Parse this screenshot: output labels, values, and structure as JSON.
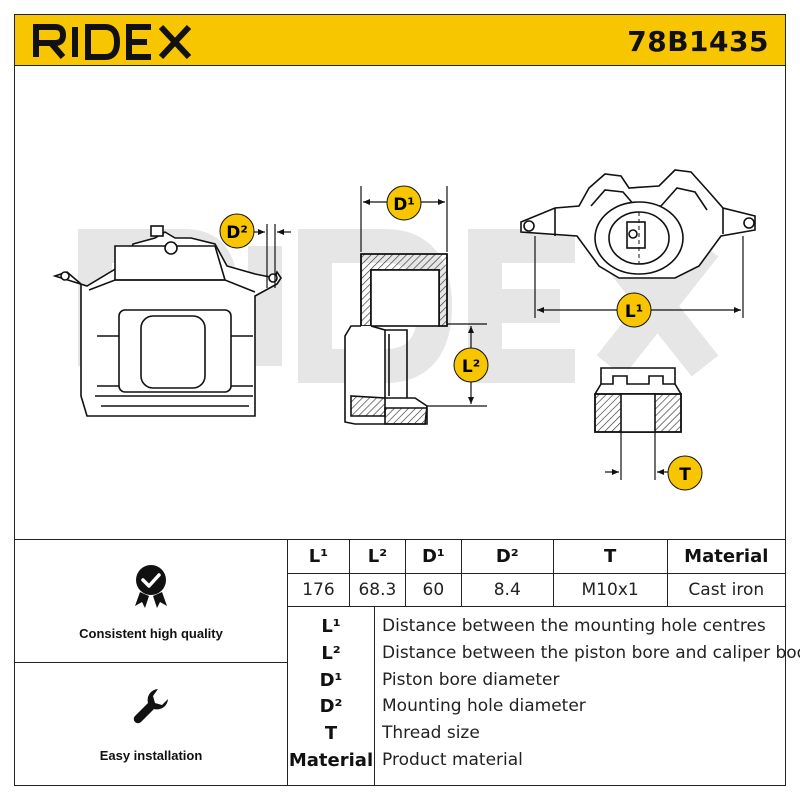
{
  "header": {
    "brand": "RIDEX",
    "part_number": "78B1435",
    "brand_color": "#f7c600"
  },
  "drawing": {
    "watermark": "RIDEX",
    "labels": {
      "d2": "D²",
      "d1": "D¹",
      "l1": "L¹",
      "l2": "L²",
      "t": "T"
    }
  },
  "features": [
    {
      "label": "Consistent high quality",
      "icon": "quality-badge-icon"
    },
    {
      "label": "Easy installation",
      "icon": "wrench-icon"
    }
  ],
  "specs": {
    "headers": [
      "L¹",
      "L²",
      "D¹",
      "D²",
      "T",
      "Material"
    ],
    "values": [
      "176",
      "68.3",
      "60",
      "8.4",
      "M10x1",
      "Cast iron"
    ]
  },
  "legend": [
    {
      "key": "L¹",
      "description": "Distance between the mounting hole centres"
    },
    {
      "key": "L²",
      "description": "Distance between the piston bore and caliper body"
    },
    {
      "key": "D¹",
      "description": "Piston bore diameter"
    },
    {
      "key": "D²",
      "description": "Mounting hole diameter"
    },
    {
      "key": "T",
      "description": "Thread size"
    },
    {
      "key": "Material",
      "description": "Product material"
    }
  ]
}
